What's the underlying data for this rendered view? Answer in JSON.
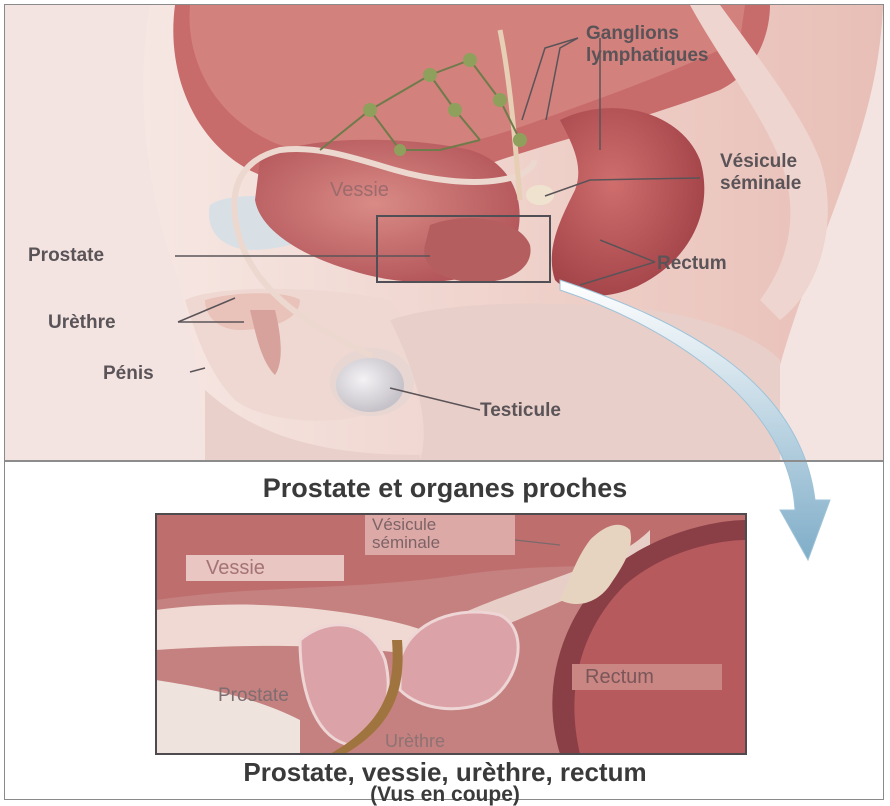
{
  "top_labels": {
    "ganglions_1": "Ganglions",
    "ganglions_2": "lymphatiques",
    "vessie": "Vessie",
    "vesicule_1": "Vésicule",
    "vesicule_2": "séminale",
    "prostate": "Prostate",
    "rectum": "Rectum",
    "urethre": "Urèthre",
    "penis": "Pénis",
    "testicule": "Testicule"
  },
  "middle_title": "Prostate et organes proches",
  "inset_labels": {
    "vesicule_1": "Vésicule",
    "vesicule_2": "séminale",
    "vessie": "Vessie",
    "prostate": "Prostate",
    "rectum": "Rectum",
    "urethre": "Urèthre"
  },
  "bottom_title_1": "Prostate, vessie,  urèthre, rectum",
  "bottom_title_2": "(Vus en coupe)",
  "colors": {
    "skin": "#f2dcd6",
    "tissue": "#c97b76",
    "muscle": "#b9565a",
    "inset_bg": "#c48582",
    "arrow": "#8fb8d0",
    "label": "#5a5458"
  }
}
